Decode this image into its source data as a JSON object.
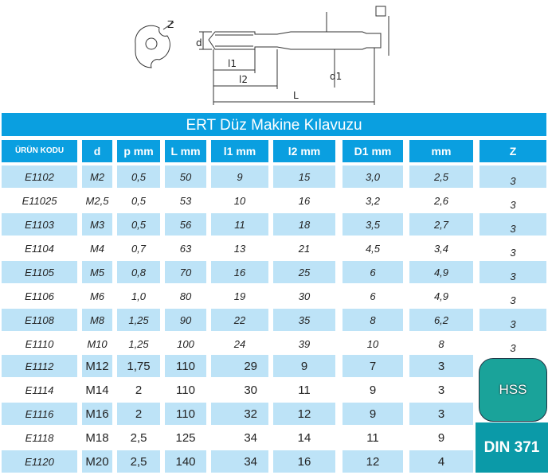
{
  "drawing": {
    "labels": {
      "z": "Z",
      "d": "d",
      "l1": "l1",
      "l2": "l2",
      "d1": "d1",
      "L": "L"
    }
  },
  "title": "ERT Düz Makine Kılavuzu",
  "headers": [
    "ÜRÜN KODU",
    "d",
    "p mm",
    "L mm",
    "l1 mm",
    "l2 mm",
    "D1 mm",
    "mm",
    "Z"
  ],
  "rows": [
    [
      "E1102",
      "M2",
      "0,5",
      "50",
      "9",
      "15",
      "3,0",
      "2,5",
      "3"
    ],
    [
      "E11025",
      "M2,5",
      "0,5",
      "53",
      "10",
      "16",
      "3,2",
      "2,6",
      "3"
    ],
    [
      "E1103",
      "M3",
      "0,5",
      "56",
      "11",
      "18",
      "3,5",
      "2,7",
      "3"
    ],
    [
      "E1104",
      "M4",
      "0,7",
      "63",
      "13",
      "21",
      "4,5",
      "3,4",
      "3"
    ],
    [
      "E1105",
      "M5",
      "0,8",
      "70",
      "16",
      "25",
      "6",
      "4,9",
      "3"
    ],
    [
      "E1106",
      "M6",
      "1,0",
      "80",
      "19",
      "30",
      "6",
      "4,9",
      "3"
    ],
    [
      "E1108",
      "M8",
      "1,25",
      "90",
      "22",
      "35",
      "8",
      "6,2",
      "3"
    ],
    [
      "E1110",
      "M10",
      "1,25",
      "100",
      "24",
      "39",
      "10",
      "8",
      "3"
    ],
    [
      "E1112",
      "M12",
      "1,75",
      "110",
      "29",
      "9",
      "7",
      "3"
    ],
    [
      "E1114",
      "M14",
      "2",
      "110",
      "30",
      "11",
      "9",
      "3"
    ],
    [
      "E1116",
      "M16",
      "2",
      "110",
      "32",
      "12",
      "9",
      "3"
    ],
    [
      "E1118",
      "M18",
      "2,5",
      "125",
      "34",
      "14",
      "11",
      "9"
    ],
    [
      "E1120",
      "M20",
      "2,5",
      "140",
      "34",
      "16",
      "12",
      "4"
    ]
  ],
  "badges": {
    "material": "HSS",
    "standard": "DIN 371"
  }
}
